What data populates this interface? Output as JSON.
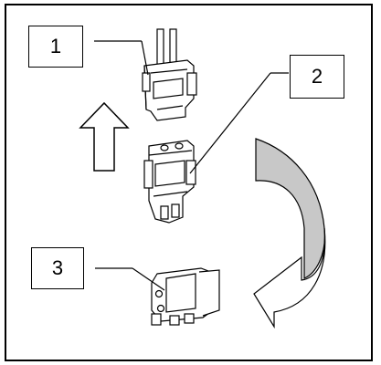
{
  "callouts": [
    {
      "label": "1"
    },
    {
      "label": "2"
    },
    {
      "label": "3"
    }
  ],
  "colors": {
    "outline": "#000000",
    "curved_arrow_fill": "#c8c8c8",
    "background": "#ffffff"
  },
  "icons": [
    "up-arrow-icon",
    "curved-rotation-arrow-icon"
  ]
}
